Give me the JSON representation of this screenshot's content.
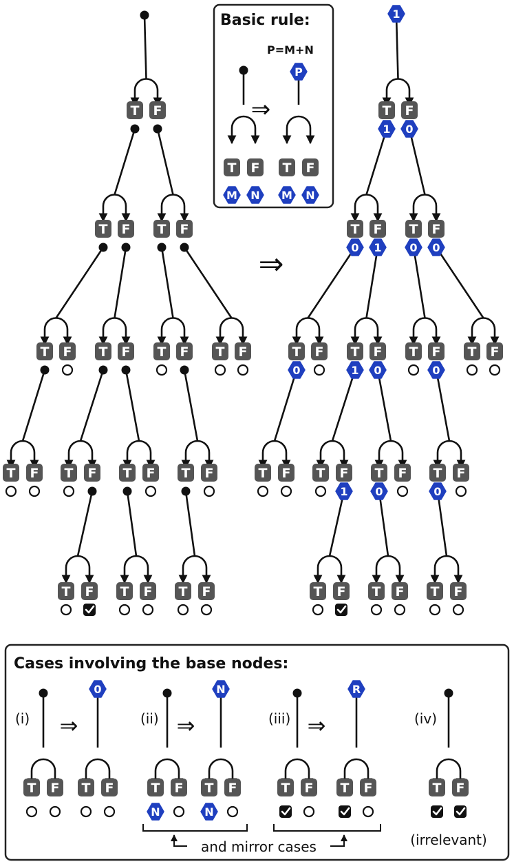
{
  "basic_rule": {
    "title": "Basic rule:",
    "formula": "P=M+N",
    "left_labels": [
      "M",
      "N"
    ],
    "right_labels": [
      "M",
      "N"
    ],
    "result_label": "P"
  },
  "node_labels": {
    "true": "T",
    "false": "F"
  },
  "left_tree_arrow": "⇒",
  "main_tree": {
    "root": "1",
    "values": {
      "c1T": "1",
      "c1F": "0",
      "c2aT": "0",
      "c2aF": "1",
      "c2bT": "0",
      "c2bF": "0",
      "c3aT": "0",
      "c3bT": "1",
      "c3bF": "0",
      "c3cF": "0",
      "c4bF": "1",
      "c4cT": "0",
      "c4dT": "0"
    }
  },
  "cases": {
    "title": "Cases involving the base nodes:",
    "items": [
      {
        "label": "(i)",
        "result": "0"
      },
      {
        "label": "(ii)",
        "result": "N",
        "base_label": "N"
      },
      {
        "label": "(iii)",
        "result": "R"
      },
      {
        "label": "(iv)"
      }
    ],
    "mirror_note": "and mirror cases",
    "irrelevant_note": "(irrelevant)"
  }
}
